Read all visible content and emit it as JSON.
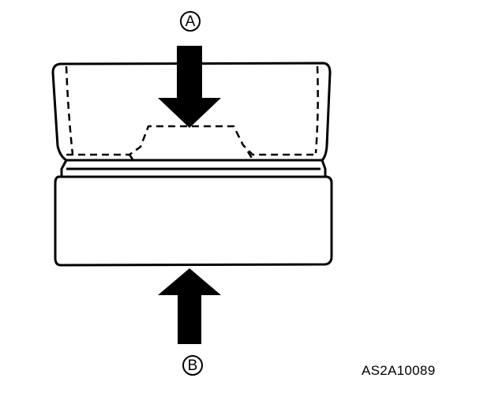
{
  "labels": {
    "top_arrow": "A",
    "bottom_arrow": "B"
  },
  "figure_code": "AS2A10089",
  "colors": {
    "ink": "#000000",
    "background": "#ffffff"
  }
}
